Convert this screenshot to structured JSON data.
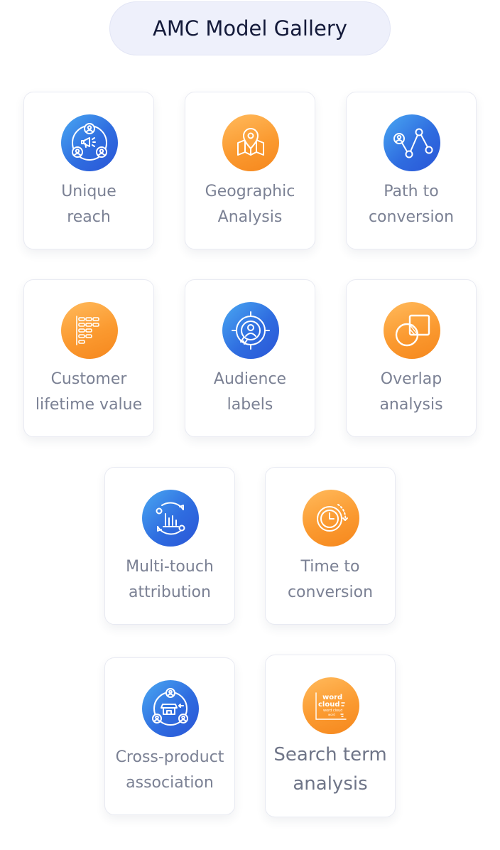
{
  "title": "AMC Model Gallery",
  "colors": {
    "blue_accent": "#2f6de0",
    "orange_accent": "#fb9a30",
    "label_text": "#7b8194",
    "title_text": "#141a3a"
  },
  "cards": [
    {
      "line1": "Unique",
      "line2": "reach",
      "icon": "megaphone-users-icon",
      "color": "blue"
    },
    {
      "line1": "Geographic",
      "line2": "Analysis",
      "icon": "map-pin-icon",
      "color": "orange"
    },
    {
      "line1": "Path to",
      "line2": "conversion",
      "icon": "path-nodes-icon",
      "color": "blue"
    },
    {
      "line1": "Customer",
      "line2": "lifetime value",
      "icon": "list-grid-icon",
      "color": "orange"
    },
    {
      "line1": "Audience",
      "line2": "labels",
      "icon": "audience-target-icon",
      "color": "blue"
    },
    {
      "line1": "Overlap",
      "line2": "analysis",
      "icon": "overlap-shapes-icon",
      "color": "orange"
    },
    {
      "line1": "Multi-touch",
      "line2": "attribution",
      "icon": "attribution-chart-icon",
      "color": "blue"
    },
    {
      "line1": "Time to",
      "line2": "conversion",
      "icon": "clock-icon",
      "color": "orange"
    },
    {
      "line1": "Cross-product",
      "line2": "association",
      "icon": "store-users-icon",
      "color": "blue"
    },
    {
      "line1": "Search term",
      "line2": "analysis",
      "icon": "word-cloud-icon",
      "color": "orange",
      "icon_text": {
        "word": "word",
        "cloud": "cloud",
        "small": "word cloud",
        "tiny": "word"
      }
    }
  ]
}
